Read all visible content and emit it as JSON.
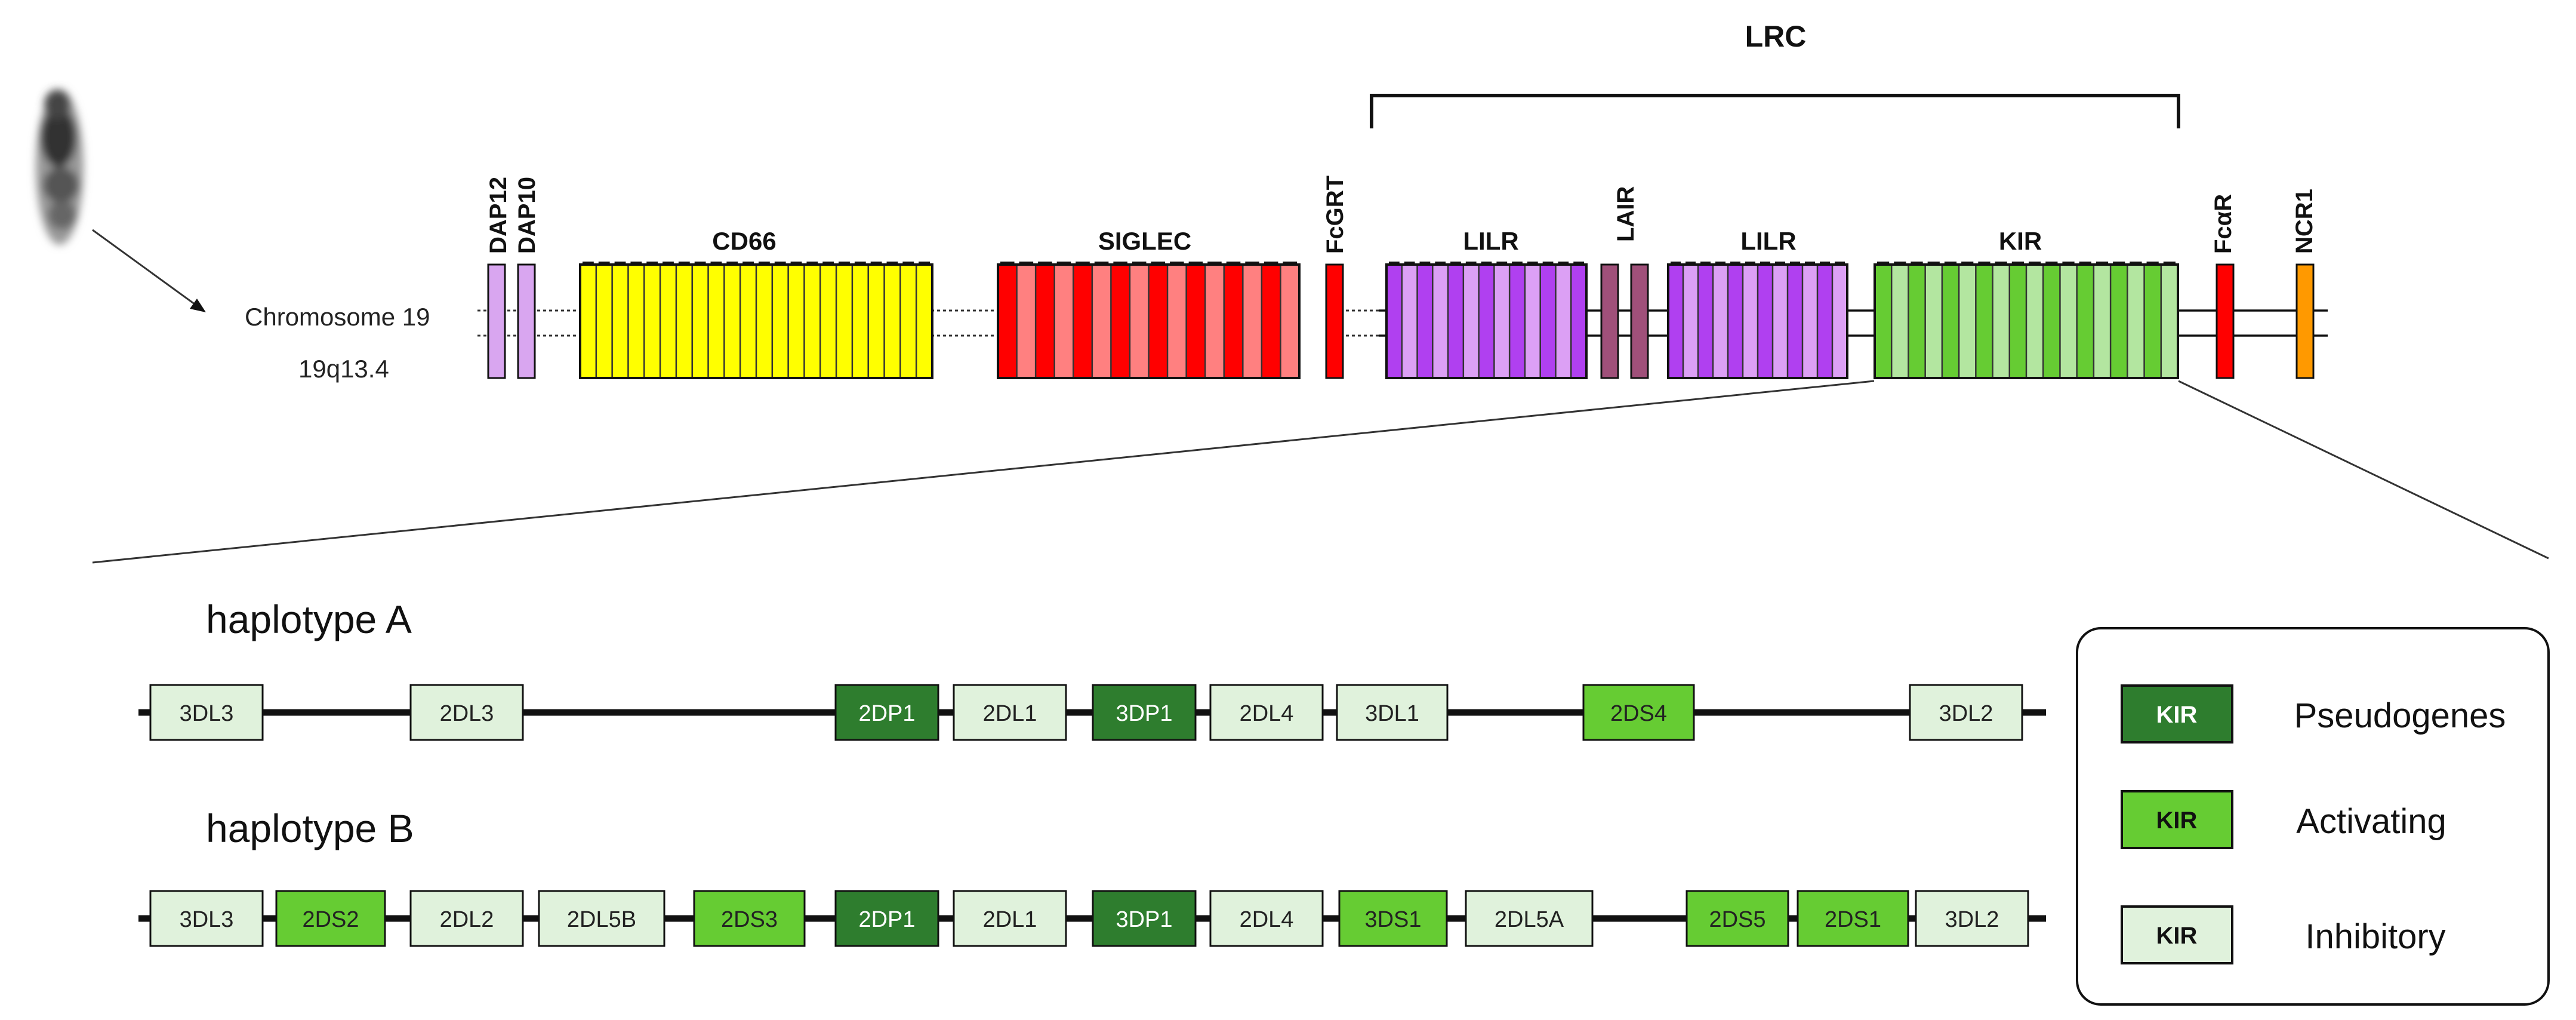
{
  "title_lrc": "LRC",
  "chromosome": {
    "label": "Chromosome 19",
    "band": "19q13.4"
  },
  "gene_labels": {
    "dap12": "DAP12",
    "dap10": "DAP10",
    "cd66": "CD66",
    "siglec": "SIGLEC",
    "fcgrt": "FcGRT",
    "lilr1": "LILR",
    "lair": "LAIR",
    "lilr2": "LILR",
    "kir": "KIR",
    "fcar": "FcαR",
    "ncr1": "NCR1"
  },
  "colors": {
    "dap": "#d9a6f0",
    "cd66": "#ffff00",
    "siglec": "#ff0000",
    "siglec_light": "#ff8080",
    "fcgrt": "#ff0000",
    "lilr": "#b040f0",
    "lilr_light": "#dca0f5",
    "lair": "#a0507a",
    "kir": "#66cc33",
    "kir_light": "#b3e6a0",
    "fcar": "#ff0000",
    "ncr1": "#ff9900",
    "pseudogene": "#2e7d2e",
    "activating": "#66cc33",
    "inhibitory": "#e0f2dc"
  },
  "haplotypes": [
    {
      "name": "haplotype A",
      "genes": [
        {
          "label": "3DL3",
          "type": "inhibitory"
        },
        {
          "label": "2DL3",
          "type": "inhibitory"
        },
        {
          "label": "2DP1",
          "type": "pseudogene"
        },
        {
          "label": "2DL1",
          "type": "inhibitory"
        },
        {
          "label": "3DP1",
          "type": "pseudogene"
        },
        {
          "label": "2DL4",
          "type": "inhibitory"
        },
        {
          "label": "3DL1",
          "type": "inhibitory"
        },
        {
          "label": "2DS4",
          "type": "activating"
        },
        {
          "label": "3DL2",
          "type": "inhibitory"
        }
      ]
    },
    {
      "name": "haplotype B",
      "genes": [
        {
          "label": "3DL3",
          "type": "inhibitory"
        },
        {
          "label": "2DS2",
          "type": "activating"
        },
        {
          "label": "2DL2",
          "type": "inhibitory"
        },
        {
          "label": "2DL5B",
          "type": "inhibitory"
        },
        {
          "label": "2DS3",
          "type": "activating"
        },
        {
          "label": "2DP1",
          "type": "pseudogene"
        },
        {
          "label": "2DL1",
          "type": "inhibitory"
        },
        {
          "label": "3DP1",
          "type": "pseudogene"
        },
        {
          "label": "2DL4",
          "type": "inhibitory"
        },
        {
          "label": "3DS1",
          "type": "activating"
        },
        {
          "label": "2DL5A",
          "type": "inhibitory"
        },
        {
          "label": "2DS5",
          "type": "activating"
        },
        {
          "label": "2DS1",
          "type": "activating"
        },
        {
          "label": "3DL2",
          "type": "inhibitory"
        }
      ]
    }
  ],
  "legend": {
    "items": [
      {
        "key": "KIR",
        "label": "Pseudogenes",
        "type": "pseudogene"
      },
      {
        "key": "KIR",
        "label": "Activating",
        "type": "activating"
      },
      {
        "key": "KIR",
        "label": "Inhibitory",
        "type": "inhibitory"
      }
    ]
  }
}
